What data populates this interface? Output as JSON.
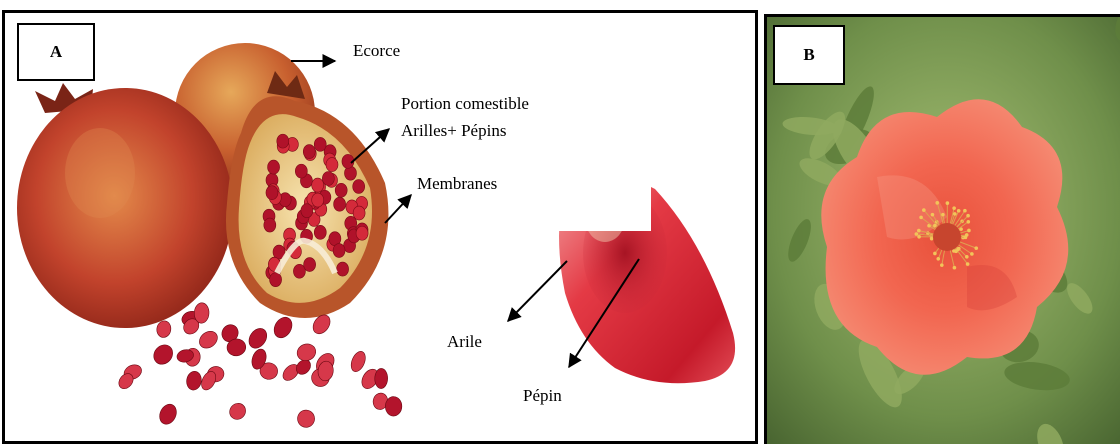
{
  "panels": {
    "a": {
      "tag": "A",
      "labels": {
        "ecorce": "Ecorce",
        "portion_line1": "Portion comestible",
        "portion_line2": "Arilles+ Pépins",
        "membranes": "Membranes",
        "arile": "Arile",
        "pepin": "Pépin"
      }
    },
    "b": {
      "tag": "B"
    }
  },
  "colors": {
    "rind": "#c2432c",
    "rind_dark": "#9a2a1c",
    "pith": "#f2d79a",
    "aril": "#b0122a",
    "aril_light": "#e84a5a",
    "flower": "#f15a48",
    "flower_center": "#d8573a",
    "leaf": "#5d7c3a",
    "leaf_light": "#9bb36a"
  }
}
